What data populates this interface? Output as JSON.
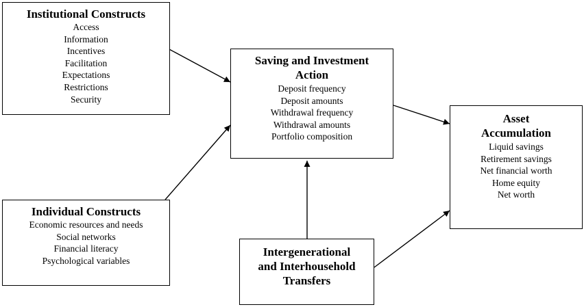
{
  "boxes": {
    "institutional": {
      "title": "Institutional Constructs",
      "items": [
        "Access",
        "Information",
        "Incentives",
        "Facilitation",
        "Expectations",
        "Restrictions",
        "Security"
      ]
    },
    "saving": {
      "title_line1": "Saving and Investment",
      "title_line2": "Action",
      "items": [
        "Deposit frequency",
        "Deposit amounts",
        "Withdrawal frequency",
        "Withdrawal amounts",
        "Portfolio composition"
      ]
    },
    "asset": {
      "title_line1": "Asset",
      "title_line2": "Accumulation",
      "items": [
        "Liquid savings",
        "Retirement savings",
        "Net financial worth",
        "Home equity",
        "Net worth"
      ]
    },
    "individual": {
      "title": "Individual Constructs",
      "items": [
        "Economic resources and needs",
        "Social networks",
        "Financial literacy",
        "Psychological variables"
      ]
    },
    "transfers": {
      "title_line1": "Intergenerational",
      "title_line2": "and Interhousehold",
      "title_line3": "Transfers"
    }
  }
}
